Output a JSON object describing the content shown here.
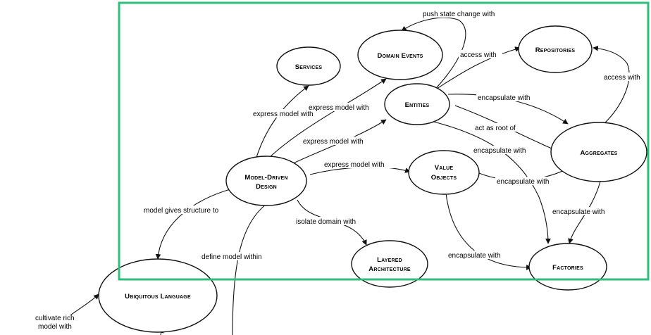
{
  "highlight_color": "#2fbf7a",
  "nodes": {
    "services": {
      "lines": [
        "Services"
      ]
    },
    "domain_events": {
      "lines": [
        "Domain Events"
      ]
    },
    "repositories": {
      "lines": [
        "Repositories"
      ]
    },
    "entities": {
      "lines": [
        "Entities"
      ]
    },
    "aggregates": {
      "lines": [
        "Aggregates"
      ]
    },
    "model_driven_design": {
      "lines": [
        "Model-Driven",
        "Design"
      ]
    },
    "value_objects": {
      "lines": [
        "Value",
        "Objects"
      ]
    },
    "layered_architecture": {
      "lines": [
        "Layered",
        "Architecture"
      ]
    },
    "factories": {
      "lines": [
        "Factories"
      ]
    },
    "ubiquitous_language": {
      "lines": [
        "Ubiquitous Language"
      ]
    }
  },
  "edges": {
    "push_state_change": {
      "lines": [
        "push state change with"
      ]
    },
    "access_with_repositories": {
      "lines": [
        "access with"
      ]
    },
    "access_with_aggregates": {
      "lines": [
        "access with"
      ]
    },
    "express_model_services": {
      "lines": [
        "express model with"
      ]
    },
    "express_model_events": {
      "lines": [
        "express model with"
      ]
    },
    "express_model_entities": {
      "lines": [
        "express model with"
      ]
    },
    "express_model_value_objects": {
      "lines": [
        "express model with"
      ]
    },
    "encapsulate_entities_aggregates": {
      "lines": [
        "encapsulate with"
      ]
    },
    "act_as_root": {
      "lines": [
        "act as root of"
      ]
    },
    "encapsulate_entities_factories": {
      "lines": [
        "encapsulate with"
      ]
    },
    "encapsulate_value_aggregates": {
      "lines": [
        "encapsulate with"
      ]
    },
    "encapsulate_aggregates_factories": {
      "lines": [
        "encapsulate with"
      ]
    },
    "encapsulate_value_factories": {
      "lines": [
        "encapsulate with"
      ]
    },
    "model_gives_structure": {
      "lines": [
        "model gives structure to"
      ]
    },
    "isolate_domain": {
      "lines": [
        "isolate domain with"
      ]
    },
    "define_model_within": {
      "lines": [
        "define model within"
      ]
    },
    "cultivate_rich_model": {
      "lines": [
        "cultivate rich",
        "model with"
      ]
    }
  }
}
